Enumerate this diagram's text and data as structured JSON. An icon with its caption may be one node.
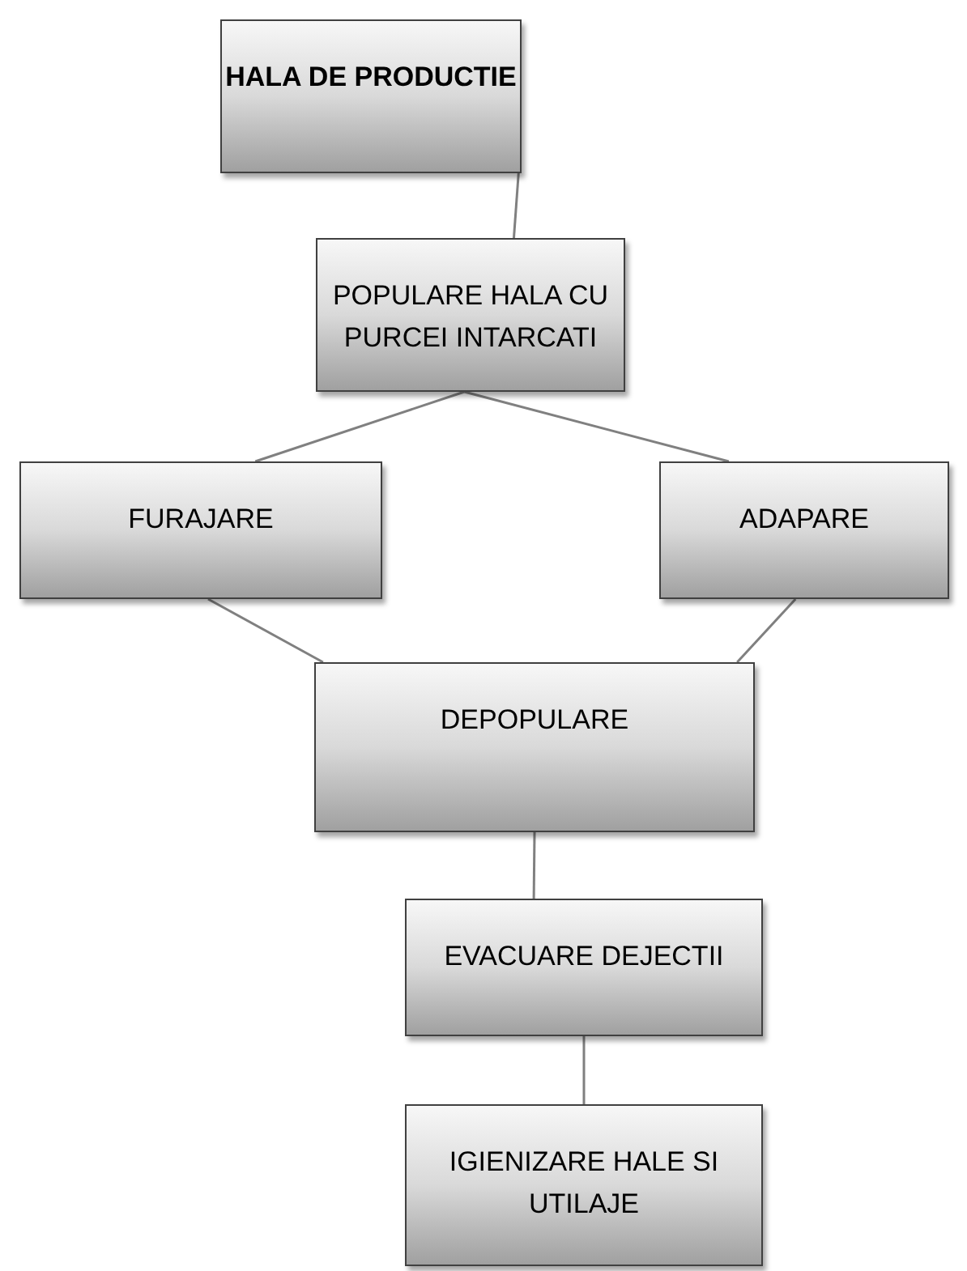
{
  "diagram": {
    "nodes": [
      {
        "text": [
          "HALA DE PRODUCTIE"
        ]
      },
      {
        "text": [
          "POPULARE HALA CU PURCEI INTARCATI"
        ]
      },
      {
        "text": [
          "FURAJARE"
        ]
      },
      {
        "text": [
          "ADAPARE"
        ]
      },
      {
        "text": [
          "DEPOPULARE"
        ]
      },
      {
        "text": [
          "EVACUARE DEJECTII"
        ]
      },
      {
        "text": [
          "IGIENIZARE HALE SI UTILAJE"
        ]
      }
    ],
    "edges": [
      {
        "from": 0,
        "to": 1,
        "arrow": "none"
      },
      {
        "from": 1,
        "to": 2,
        "arrow": "none"
      },
      {
        "from": 1,
        "to": 3,
        "arrow": "none"
      },
      {
        "from": 2,
        "to": 4,
        "arrow": "none"
      },
      {
        "from": 3,
        "to": 4,
        "arrow": "none"
      },
      {
        "from": 4,
        "to": 5,
        "arrow": "none"
      },
      {
        "from": 5,
        "to": 6,
        "arrow": "none"
      }
    ]
  }
}
